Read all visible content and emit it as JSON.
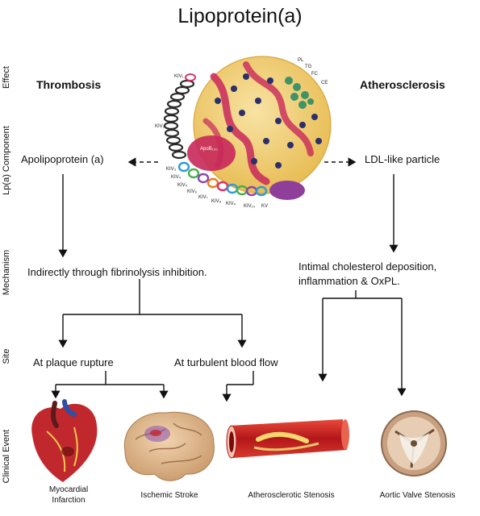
{
  "title": "Lipoprotein(a)",
  "side_labels": {
    "effect": "Effect",
    "component": "Lp(a) Component",
    "mechanism": "Mechanism",
    "site": "Site",
    "clinical": "Clinical Event"
  },
  "effects": {
    "left": "Thrombosis",
    "right": "Atherosclerosis"
  },
  "components": {
    "left": "Apolipoprotein (a)",
    "right": "LDL-like particle"
  },
  "mechanisms": {
    "left": "Indirectly through fibrinolysis inhibition.",
    "right_line1": "Intimal cholesterol deposition,",
    "right_line2": "inflammation & OxPL."
  },
  "sites": {
    "left": "At plaque rupture",
    "right": "At turbulent blood flow"
  },
  "events": {
    "mi_line1": "Myocardial",
    "mi_line2": "Infarction",
    "stroke": "Ischemic Stroke",
    "athero": "Atherosclerotic Stenosis",
    "aortic": "Aortic Valve Stenosis"
  },
  "particle_labels": {
    "pl": "PL",
    "tg": "TG",
    "fc": "FC",
    "ce": "CE",
    "kiv1": "KIV₁",
    "kiv2": "KIV₂",
    "kiv3": "KIV₃",
    "kiv4": "KIV₄",
    "kiv5": "KIV₅",
    "kiv6": "KIV₆",
    "kiv7": "KIV₇",
    "kiv8": "KIV₈",
    "kiv9": "KIV₉",
    "kiv10": "KIV₁₀",
    "kv": "KV",
    "apob": "ApoB₁₀₀"
  },
  "colors": {
    "particle_fill": "#f3d27a",
    "particle_dot": "#2b2f6b",
    "apob": "#c8285a",
    "kringle": "#2a2a2a",
    "heart": "#c0282e",
    "brain": "#e8c29a",
    "artery": "#c21f1f",
    "valve": "#d9b9a0"
  }
}
